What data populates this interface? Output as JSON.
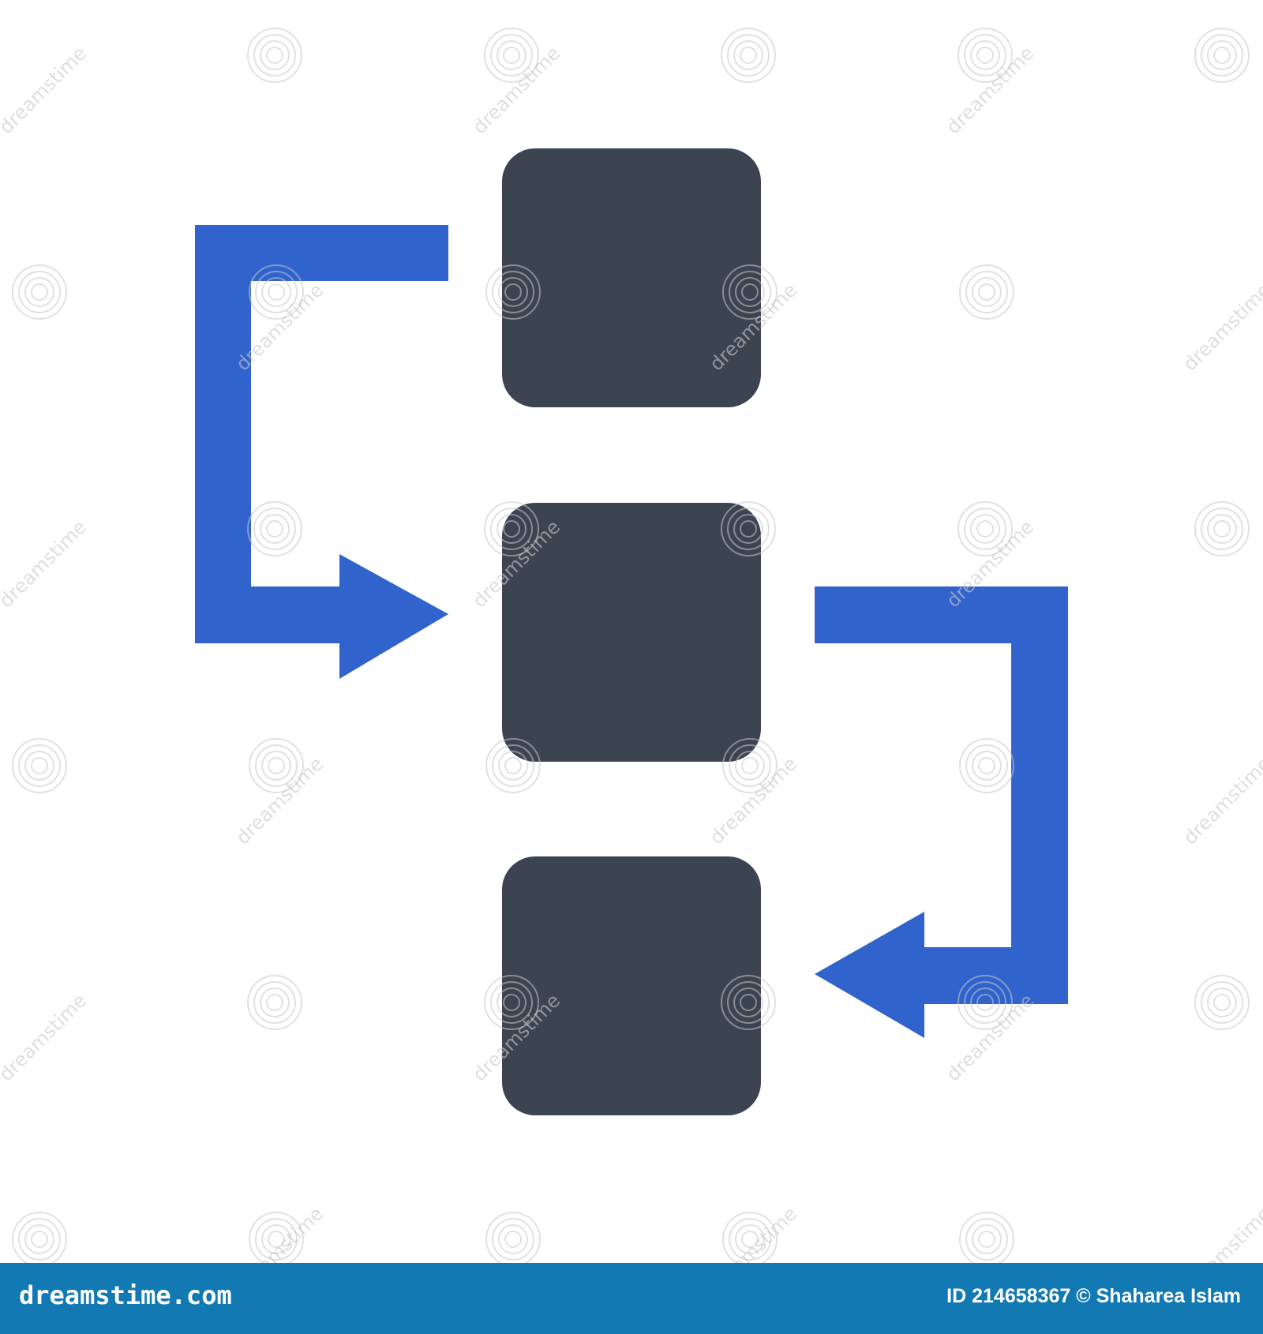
{
  "colors": {
    "arrow": "#3163cc",
    "box": "#3d4451",
    "background": "#ffffff",
    "footer": "#1279b3"
  },
  "diagram": {
    "boxes": [
      "process-step-1",
      "process-step-2",
      "process-step-3"
    ],
    "connectors": [
      {
        "from": "process-step-1",
        "to": "process-step-2",
        "side": "left"
      },
      {
        "from": "process-step-2",
        "to": "process-step-3",
        "side": "right"
      }
    ]
  },
  "watermark": {
    "text": "dreamstime"
  },
  "footer": {
    "brand": "dreamstime.com",
    "credit": "ID 214658367 © Shaharea Islam"
  }
}
